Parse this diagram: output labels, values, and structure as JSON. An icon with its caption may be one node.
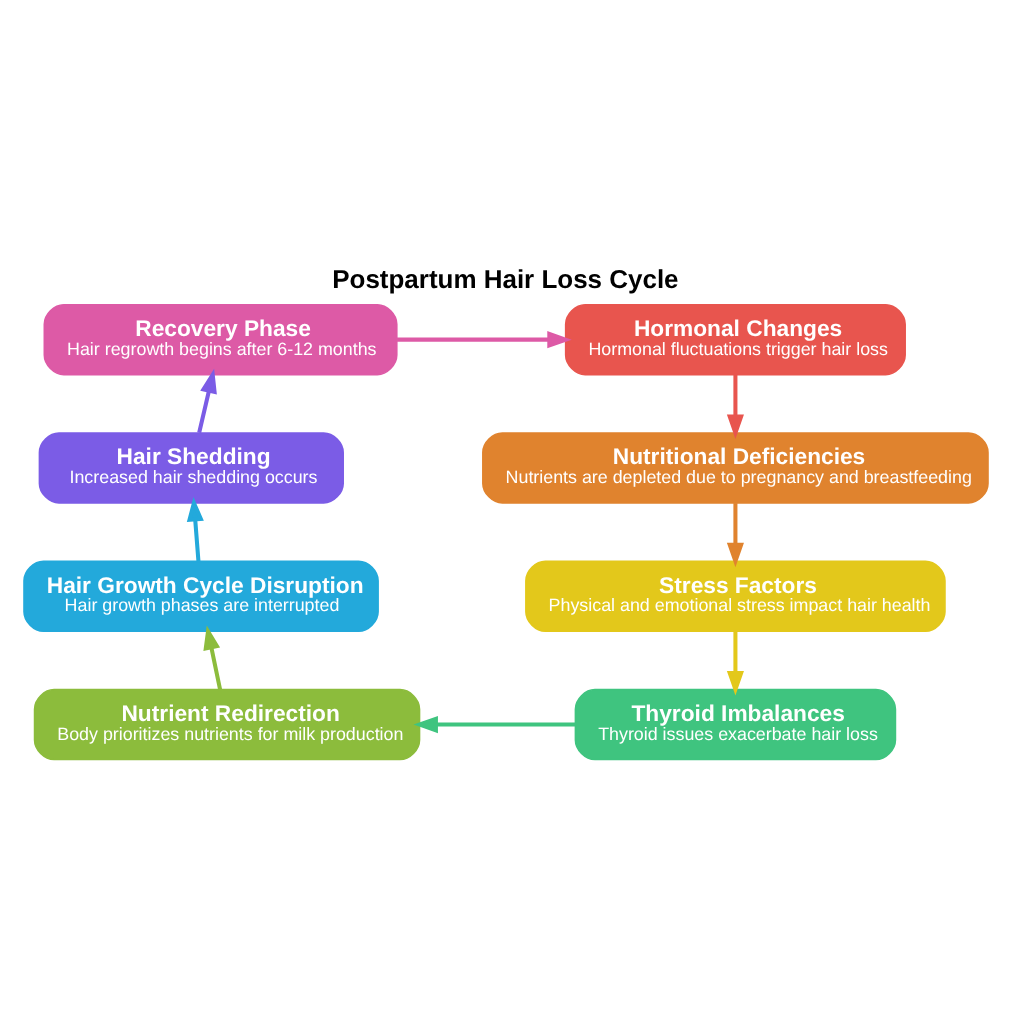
{
  "diagram": {
    "title": "Postpartum Hair Loss Cycle",
    "nodes": [
      {
        "text": [
          "Hormonal Changes",
          "Hormonal fluctuations trigger hair loss"
        ]
      },
      {
        "text": [
          "Nutritional Deficiencies",
          "Nutrients are depleted due to pregnancy and breastfeeding"
        ]
      },
      {
        "text": [
          "Stress Factors",
          "Physical and emotional stress impact hair health"
        ]
      },
      {
        "text": [
          "Thyroid Imbalances",
          "Thyroid issues exacerbate hair loss"
        ]
      },
      {
        "text": [
          "Nutrient Redirection",
          "Body prioritizes nutrients for milk production"
        ]
      },
      {
        "text": [
          "Hair Growth Cycle Disruption",
          "Hair growth phases are interrupted"
        ]
      },
      {
        "text": [
          "Hair Shedding",
          "Increased hair shedding occurs"
        ]
      },
      {
        "text": [
          "Recovery Phase",
          "Hair regrowth begins after 6-12 months"
        ]
      }
    ],
    "edges": [
      {
        "from": 0,
        "to": 1,
        "arrow": "to",
        "color": "#e8554e"
      },
      {
        "from": 1,
        "to": 2,
        "arrow": "to",
        "color": "#e0832e"
      },
      {
        "from": 2,
        "to": 3,
        "arrow": "to",
        "color": "#e3c81b"
      },
      {
        "from": 3,
        "to": 4,
        "arrow": "to",
        "color": "#3fc47f"
      },
      {
        "from": 4,
        "to": 5,
        "arrow": "to",
        "color": "#8cbc3c"
      },
      {
        "from": 5,
        "to": 6,
        "arrow": "to",
        "color": "#23a9db"
      },
      {
        "from": 6,
        "to": 7,
        "arrow": "to",
        "color": "#7b5ce6"
      },
      {
        "from": 7,
        "to": 0,
        "arrow": "to",
        "color": "#dd5aa6"
      }
    ]
  }
}
